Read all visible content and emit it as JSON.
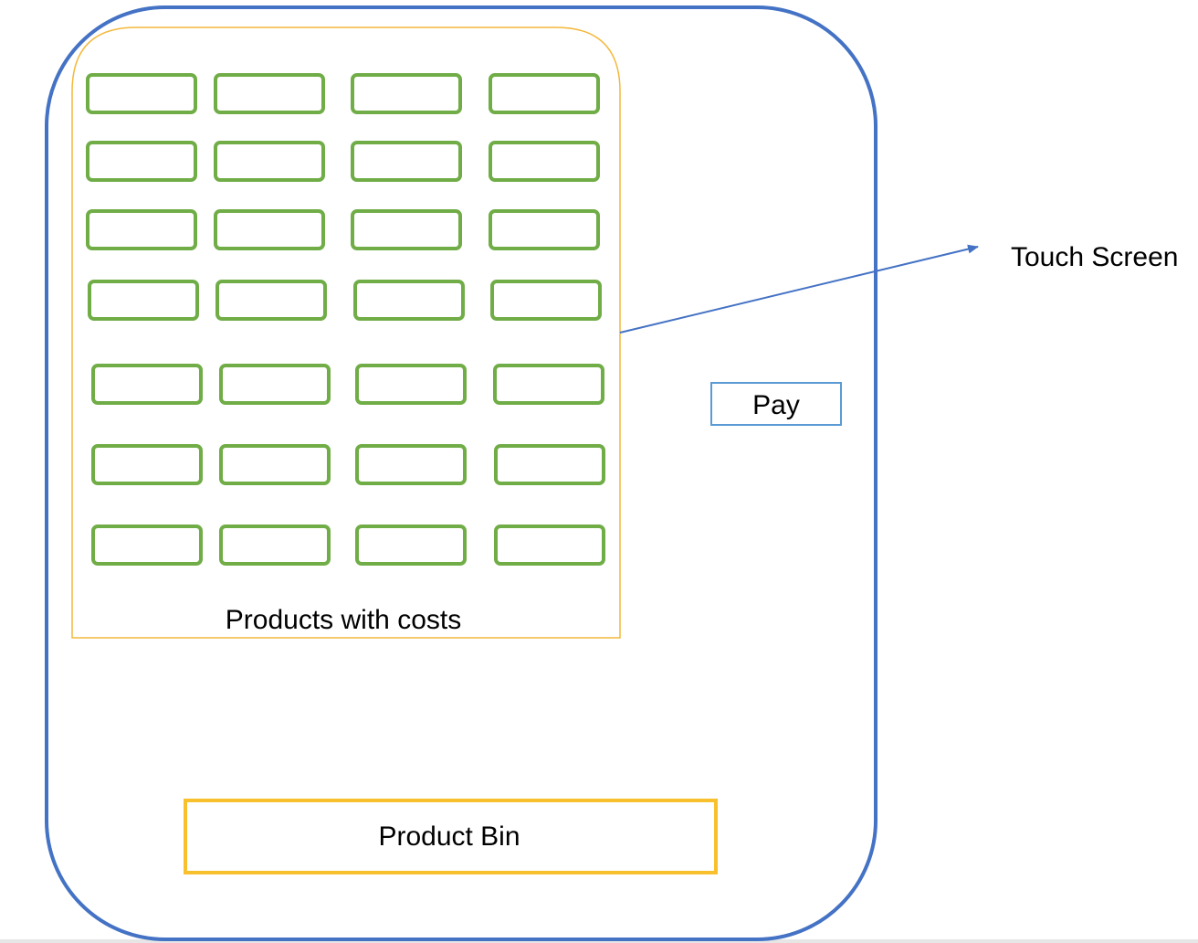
{
  "diagram": {
    "products_area_label": "Products with costs",
    "pay_button_label": "Pay",
    "product_bin_label": "Product Bin",
    "touch_screen_label": "Touch Screen",
    "product_slots": {
      "rows": 7,
      "columns": 4
    },
    "colors": {
      "machine_outline": "#4472C4",
      "products_area_outline": "#F4B83A",
      "product_slot_outline": "#70AD47",
      "pay_button_outline": "#5B9BD5",
      "product_bin_outline": "#F8C02C",
      "callout_arrow": "#4472C4"
    }
  }
}
